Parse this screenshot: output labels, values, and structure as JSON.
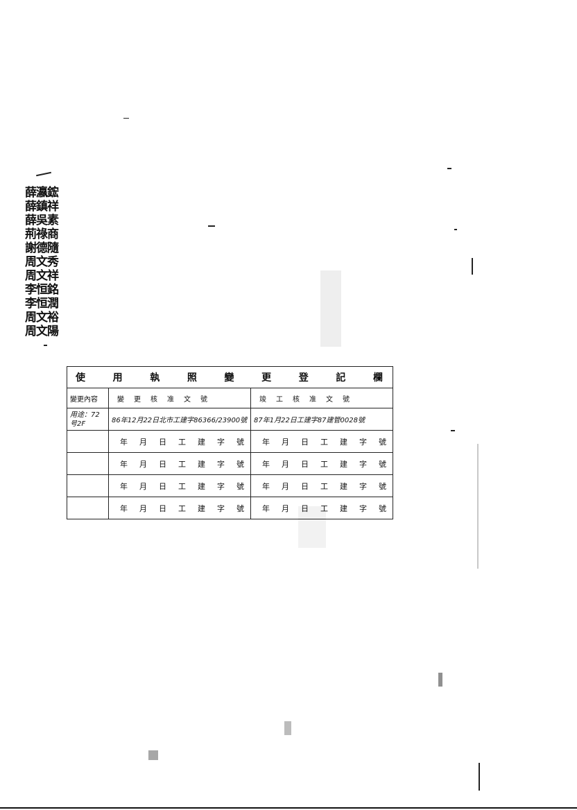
{
  "owners": [
    "薛瀛鋐",
    "薛鎮祥",
    "薛吳素",
    "荊祿商",
    "謝德隨",
    "周文秀",
    "周文祥",
    "李恒銘",
    "李恒潤",
    "周文裕",
    "周文陽"
  ],
  "table": {
    "title": "使用執照變更登記欄",
    "headers": [
      "變更內容",
      "變更核准文號",
      "竣工核准文號"
    ],
    "rows": [
      {
        "content": "用途：72号2F",
        "approval": "86年12月22日北市工建字86366/23900號",
        "completion": "87年1月22日工建字87建管0028號"
      },
      {
        "content": "",
        "approval": "年月日工建字號",
        "completion": "年月日工建字號"
      },
      {
        "content": "",
        "approval": "年月日工建字號",
        "completion": "年月日工建字號"
      },
      {
        "content": "",
        "approval": "年月日工建字號",
        "completion": "年月日工建字號"
      },
      {
        "content": "",
        "approval": "年月日工建字號",
        "completion": "年月日工建字號"
      }
    ]
  }
}
